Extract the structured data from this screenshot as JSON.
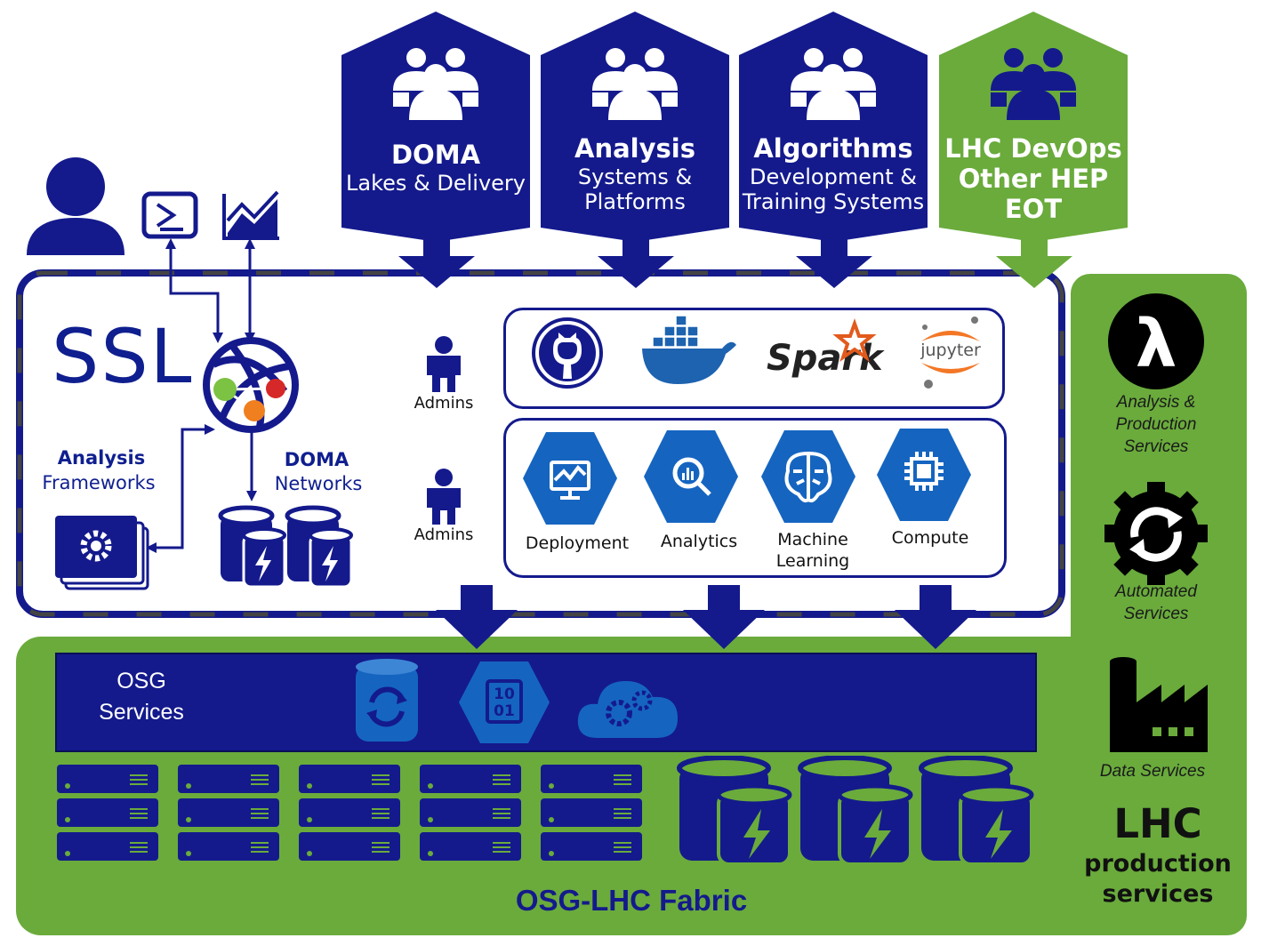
{
  "banners": [
    {
      "title": "DOMA",
      "lines": [
        "Lakes & Delivery"
      ],
      "color": "#141a8c"
    },
    {
      "title": "Analysis",
      "lines": [
        "Systems &",
        "Platforms"
      ],
      "color": "#141a8c"
    },
    {
      "title": "Algorithms",
      "lines": [
        "Development &",
        "Training Systems"
      ],
      "color": "#141a8c"
    },
    {
      "title": "LHC DevOps",
      "lines": [
        "Other HEP",
        "EOT"
      ],
      "color": "#6aab3c"
    }
  ],
  "ssl": {
    "title": "SSL",
    "analysis_frameworks": {
      "bold": "Analysis",
      "sub": "Frameworks"
    },
    "doma_networks": {
      "bold": "DOMA",
      "sub": "Networks"
    },
    "admins_top": "Admins",
    "admins_bottom": "Admins"
  },
  "tools_row": {
    "spark": "Spark",
    "jupyter": "jupyter"
  },
  "cloud_row": [
    {
      "label": "Deployment"
    },
    {
      "label": "Analytics"
    },
    {
      "label": "Machine Learning",
      "lines": [
        "Machine",
        "Learning"
      ]
    },
    {
      "label": "Compute"
    }
  ],
  "osg_services": {
    "lines": [
      "OSG",
      "Services"
    ]
  },
  "fabric_title": "OSG-LHC Fabric",
  "lhc_side": {
    "lambda_symbol": "λ",
    "analysis_services": [
      "Analysis &",
      "Production",
      "Services"
    ],
    "automated_services": [
      "Automated",
      "Services"
    ],
    "data_services": "Data Services",
    "title": [
      "LHC",
      "production",
      "services"
    ]
  },
  "colors": {
    "navy": "#141a8c",
    "green": "#6aab3c",
    "cloud_blue": "#1565c0",
    "frame_gray": "#444444"
  }
}
